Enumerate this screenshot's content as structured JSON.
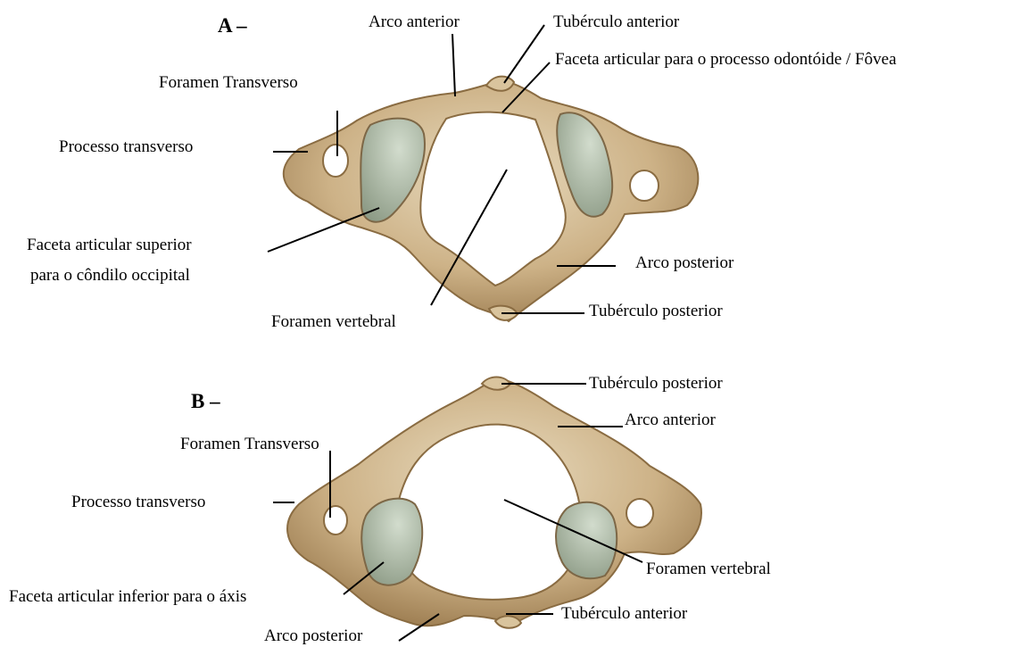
{
  "colors": {
    "bone": "#cdb287",
    "bone_light": "#e9dcc0",
    "bone_dark": "#9a7a4e",
    "facet": "#a9b6a1",
    "facet_light": "#d2dccd",
    "leader": "#000000"
  },
  "panel_a": {
    "title": "A –",
    "labels": {
      "arco_anterior": "Arco anterior",
      "tuberculo_anterior": "Tubérculo anterior",
      "faceta_odontoide": "Faceta articular para o processo odontóide / Fôvea",
      "foramen_transverso": "Foramen Transverso",
      "processo_transverso": "Processo transverso",
      "faceta_superior_1": "Faceta articular superior",
      "faceta_superior_2": "para o côndilo occipital",
      "arco_posterior": "Arco posterior",
      "foramen_vertebral": "Foramen vertebral",
      "tuberculo_posterior": "Tubérculo posterior"
    }
  },
  "panel_b": {
    "title": "B –",
    "labels": {
      "tuberculo_posterior": "Tubérculo posterior",
      "arco_anterior": "Arco anterior",
      "foramen_transverso": "Foramen Transverso",
      "processo_transverso": "Processo transverso",
      "foramen_vertebral": "Foramen vertebral",
      "faceta_inferior": "Faceta articular inferior para o áxis",
      "tuberculo_anterior": "Tubérculo anterior",
      "arco_posterior": "Arco posterior"
    }
  }
}
